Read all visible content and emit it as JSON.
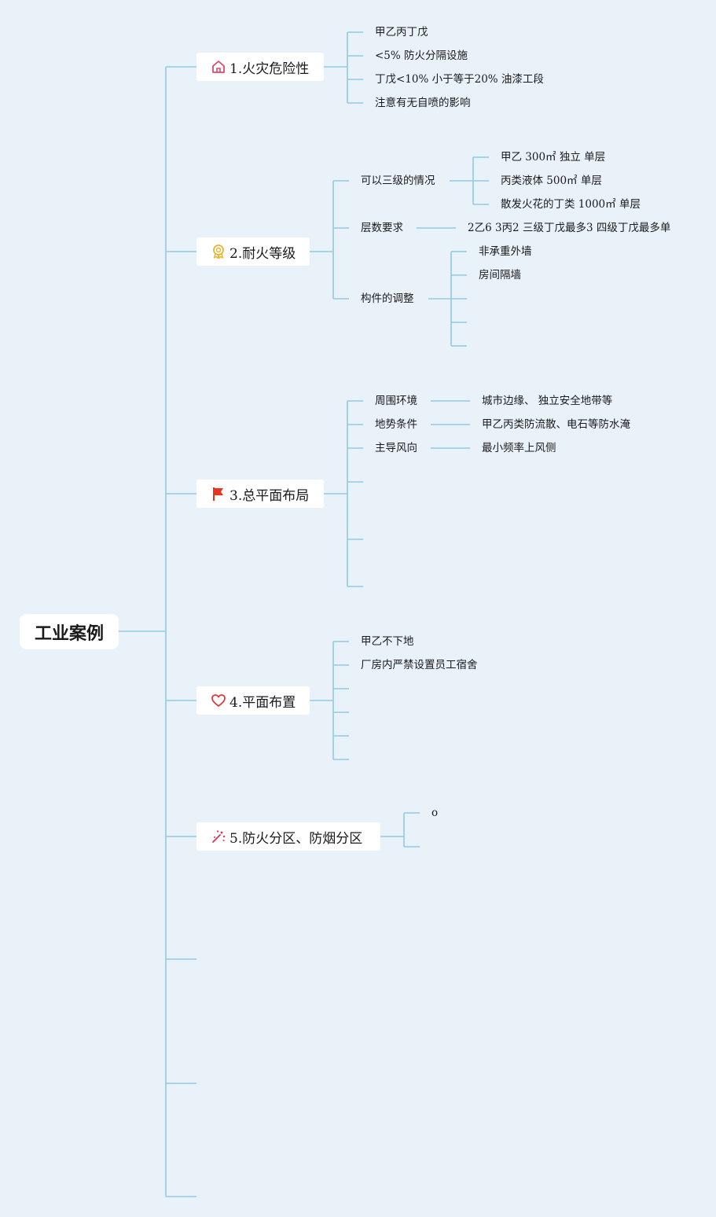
{
  "root": {
    "label": "工业案例"
  },
  "topics": [
    {
      "label": "1.火灾危险性",
      "icon": "house-icon",
      "children": [
        {
          "label": "甲乙丙丁戊"
        },
        {
          "label": "<5% 防火分隔设施"
        },
        {
          "label": "丁戊<10% 小于等于20% 油漆工段"
        },
        {
          "label": "注意有无自喷的影响"
        }
      ]
    },
    {
      "label": "2.耐火等级",
      "icon": "award-medal-icon",
      "children": [
        {
          "label": "可以三级的情况",
          "children": [
            {
              "label": "甲乙 300㎡ 独立 单层"
            },
            {
              "label": "丙类液体 500㎡ 单层"
            },
            {
              "label": "散发火花的丁类 1000㎡ 单层"
            }
          ]
        },
        {
          "label": "层数要求",
          "children": [
            {
              "label": "2乙6 3丙2 三级丁戊最多3 四级丁戊最多单"
            }
          ]
        },
        {
          "label": "构件的调整",
          "children": [
            {
              "label": "非承重外墙"
            },
            {
              "label": "房间隔墙"
            },
            {
              "label": ""
            },
            {
              "label": ""
            },
            {
              "label": ""
            }
          ]
        }
      ]
    },
    {
      "label": "3.总平面布局",
      "icon": "red-flag-icon",
      "children": [
        {
          "label": "周围环境",
          "children": [
            {
              "label": "城市边缘、 独立安全地带等"
            }
          ]
        },
        {
          "label": "地势条件",
          "children": [
            {
              "label": "甲乙丙类防流散、电石等防水淹"
            }
          ]
        },
        {
          "label": "主导风向",
          "children": [
            {
              "label": "最小频率上风侧"
            }
          ]
        },
        {
          "label": ""
        },
        {
          "label": ""
        },
        {
          "label": ""
        }
      ]
    },
    {
      "label": "4.平面布置",
      "icon": "heart-icon",
      "children": [
        {
          "label": "甲乙不下地"
        },
        {
          "label": "厂房内严禁设置员工宿舍"
        },
        {
          "label": ""
        },
        {
          "label": ""
        },
        {
          "label": ""
        },
        {
          "label": ""
        }
      ]
    },
    {
      "label": "5.防火分区、防烟分区",
      "icon": "sparkle-icon",
      "children": [
        {
          "label": "o"
        },
        {
          "label": ""
        }
      ]
    },
    {
      "label": ""
    },
    {
      "label": ""
    },
    {
      "label": ""
    }
  ],
  "colors": {
    "background": "#e9f1f9",
    "line": "#8fcbe6",
    "node": "#ffffff"
  }
}
